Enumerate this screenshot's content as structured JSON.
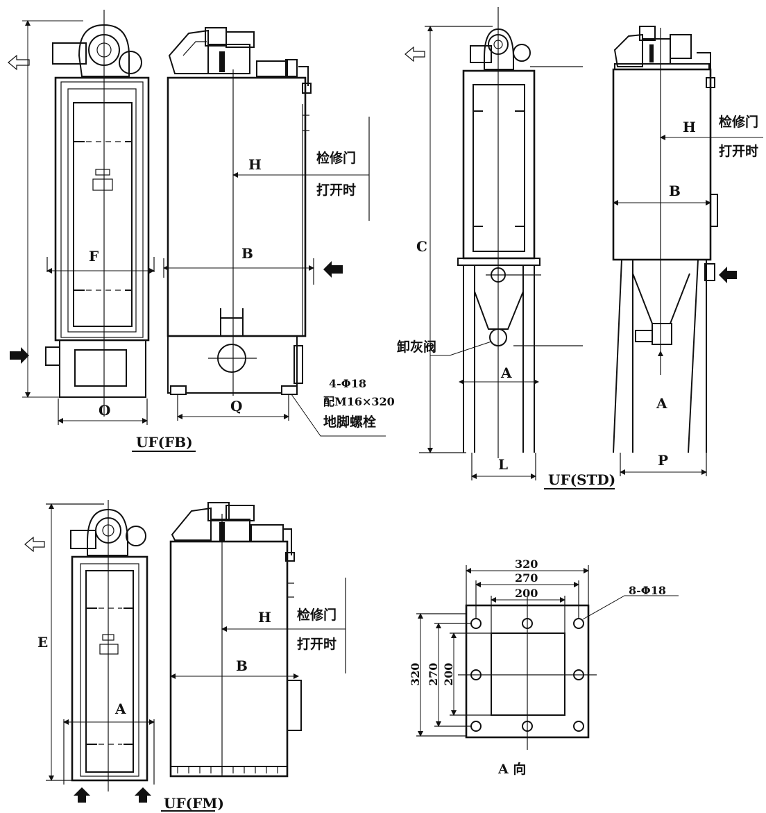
{
  "views": {
    "fb": {
      "title": "UF(FB)",
      "dims": {
        "O": "O",
        "F": "F",
        "H": "H",
        "B": "B",
        "Q": "Q"
      },
      "door_line1": "检修门",
      "door_line2": "打开时",
      "bolt_line1": "4-Φ18",
      "bolt_line2": "配M16×320",
      "bolt_line3": "地脚螺栓"
    },
    "std": {
      "title": "UF(STD)",
      "dims": {
        "C": "C",
        "A": "A",
        "L": "L",
        "H": "H",
        "B": "B",
        "A2": "A",
        "P": "P"
      },
      "door_line1": "检修门",
      "door_line2": "打开时",
      "valve_label": "卸灰阀"
    },
    "fm": {
      "title": "UF(FM)",
      "dims": {
        "E": "E",
        "A": "A",
        "H": "H",
        "B": "B"
      },
      "door_line1": "检修门",
      "door_line2": "打开时"
    },
    "a_view": {
      "title": "A 向",
      "hole_label": "8-Φ18",
      "top_dims": [
        "320",
        "270",
        "200"
      ],
      "left_dims": [
        "320",
        "270",
        "200"
      ]
    }
  }
}
